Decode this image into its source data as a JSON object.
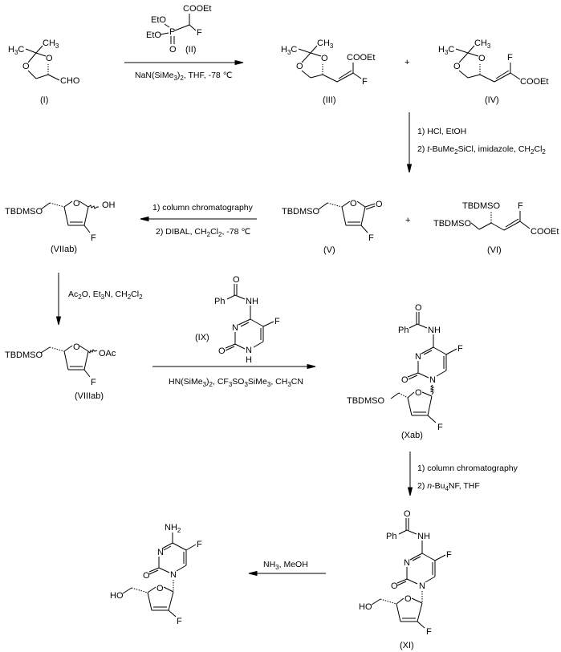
{
  "scheme": {
    "compounds": [
      {
        "id": "I",
        "label": "(I)",
        "atoms": [
          "H3C",
          "CH3",
          "O",
          "O",
          "CHO"
        ]
      },
      {
        "id": "II",
        "label": "(II)",
        "atoms": [
          "COOEt",
          "EtO",
          "EtO",
          "P",
          "O",
          "F"
        ]
      },
      {
        "id": "III",
        "label": "(III)",
        "atoms": [
          "H3C",
          "CH3",
          "O",
          "O",
          "COOEt",
          "F"
        ]
      },
      {
        "id": "IV",
        "label": "(IV)",
        "atoms": [
          "H3C",
          "CH3",
          "O",
          "O",
          "F",
          "COOEt"
        ]
      },
      {
        "id": "V",
        "label": "(V)",
        "atoms": [
          "TBDMSO",
          "O",
          "O",
          "F"
        ]
      },
      {
        "id": "VI",
        "label": "(VI)",
        "atoms": [
          "TBDMSO",
          "TBDMSO",
          "F",
          "COOEt"
        ]
      },
      {
        "id": "VIIab",
        "label": "(VIIab)",
        "atoms": [
          "TBDMSO",
          "O",
          "OH",
          "F"
        ]
      },
      {
        "id": "VIIIab",
        "label": "(VIIIab)",
        "atoms": [
          "TBDMSO",
          "O",
          "OAc",
          "F"
        ]
      },
      {
        "id": "IX",
        "label": "(IX)",
        "atoms": [
          "O",
          "Ph",
          "NH",
          "F",
          "N",
          "O",
          "N",
          "H"
        ]
      },
      {
        "id": "Xab",
        "label": "(Xab)",
        "atoms": [
          "O",
          "Ph",
          "NH",
          "F",
          "N",
          "O",
          "N",
          "TBDMSO",
          "O",
          "F"
        ]
      },
      {
        "id": "XI",
        "label": "(XI)",
        "atoms": [
          "O",
          "Ph",
          "NH",
          "F",
          "N",
          "O",
          "N",
          "HO",
          "O",
          "F"
        ]
      },
      {
        "id": "product",
        "label": "",
        "atoms": [
          "NH2",
          "F",
          "N",
          "O",
          "N",
          "HO",
          "O",
          "F"
        ]
      }
    ],
    "plus_signs": [
      "+",
      "+"
    ],
    "arrows": [
      {
        "from": "I",
        "to": "III+IV",
        "direction": "right",
        "above": "(II)",
        "below": "NaN(SiMe3)2, THF, -78 ℃"
      },
      {
        "from": "III+IV",
        "to": "V+VI",
        "direction": "down",
        "conditions": [
          "1) HCl, EtOH",
          "2) t-BuMe2SiCl, imidazole, CH2Cl2"
        ]
      },
      {
        "from": "V",
        "to": "VIIab",
        "direction": "left",
        "above": "1) column chromatography",
        "below": "2) DIBAL, CH2Cl2, -78 ℃"
      },
      {
        "from": "VIIab",
        "to": "VIIIab",
        "direction": "down",
        "conditions": [
          "Ac2O, Et3N, CH2Cl2"
        ]
      },
      {
        "from": "VIIIab",
        "to": "Xab",
        "direction": "right",
        "above": "(IX)",
        "below": "HN(SiMe3)2, CF3SO3SiMe3, CH3CN"
      },
      {
        "from": "Xab",
        "to": "XI",
        "direction": "down",
        "conditions": [
          "1) column chromatography",
          "2) n-Bu4NF, THF"
        ]
      },
      {
        "from": "XI",
        "to": "product",
        "direction": "left",
        "above": "NH3, MeOH",
        "below": ""
      }
    ]
  },
  "text": {
    "I_label": "(I)",
    "II_label": "(II)",
    "III_label": "(III)",
    "IV_label": "(IV)",
    "V_label": "(V)",
    "VI_label": "(VI)",
    "VII_label": "(VIIab)",
    "VIII_label": "(VIIIab)",
    "IX_label": "(IX)",
    "X_label": "(Xab)",
    "XI_label": "(XI)",
    "plus": "+",
    "H": "H",
    "C": "C",
    "CH": "CH",
    "O": "O",
    "F": "F",
    "P": "P",
    "N": "N",
    "NH": "NH",
    "NH2_main": "NH",
    "two": "2",
    "three": "3",
    "four": "4",
    "CHO": "CHO",
    "COOEt": "COOEt",
    "EtO": "EtO",
    "TBDMSO": "TBDMSO",
    "OH": "OH",
    "OAc": "OAc",
    "HO": "HO",
    "Ph": "Ph",
    "r1_below_a": "NaN(SiMe",
    "r1_below_b": ")",
    "r1_below_c": ", THF, -78 ℃",
    "r2_line1": "1) HCl, EtOH",
    "r2_line2_a": "2) ",
    "r2_line2_t": "t",
    "r2_line2_b": "-BuMe",
    "r2_line2_c": "SiCl, imidazole, CH",
    "r2_line2_d": "Cl",
    "r3_above": "1) column chromatography",
    "r3_below_a": "2) DIBAL, CH",
    "r3_below_b": "Cl",
    "r3_below_c": ", -78 ℃",
    "r4_a": "Ac",
    "r4_b": "O, Et",
    "r4_c": "N, CH",
    "r4_d": "Cl",
    "r5_a": "HN(SiMe",
    "r5_b": ")",
    "r5_c": ", CF",
    "r5_d": "SO",
    "r5_e": "SiMe",
    "r5_f": ", CH",
    "r5_g": "CN",
    "r6_line1": "1) column chromatography",
    "r6_line2_a": "2) ",
    "r6_line2_n": "n",
    "r6_line2_b": "-Bu",
    "r6_line2_c": "NF, THF",
    "r7_a": "NH",
    "r7_b": ", MeOH"
  }
}
